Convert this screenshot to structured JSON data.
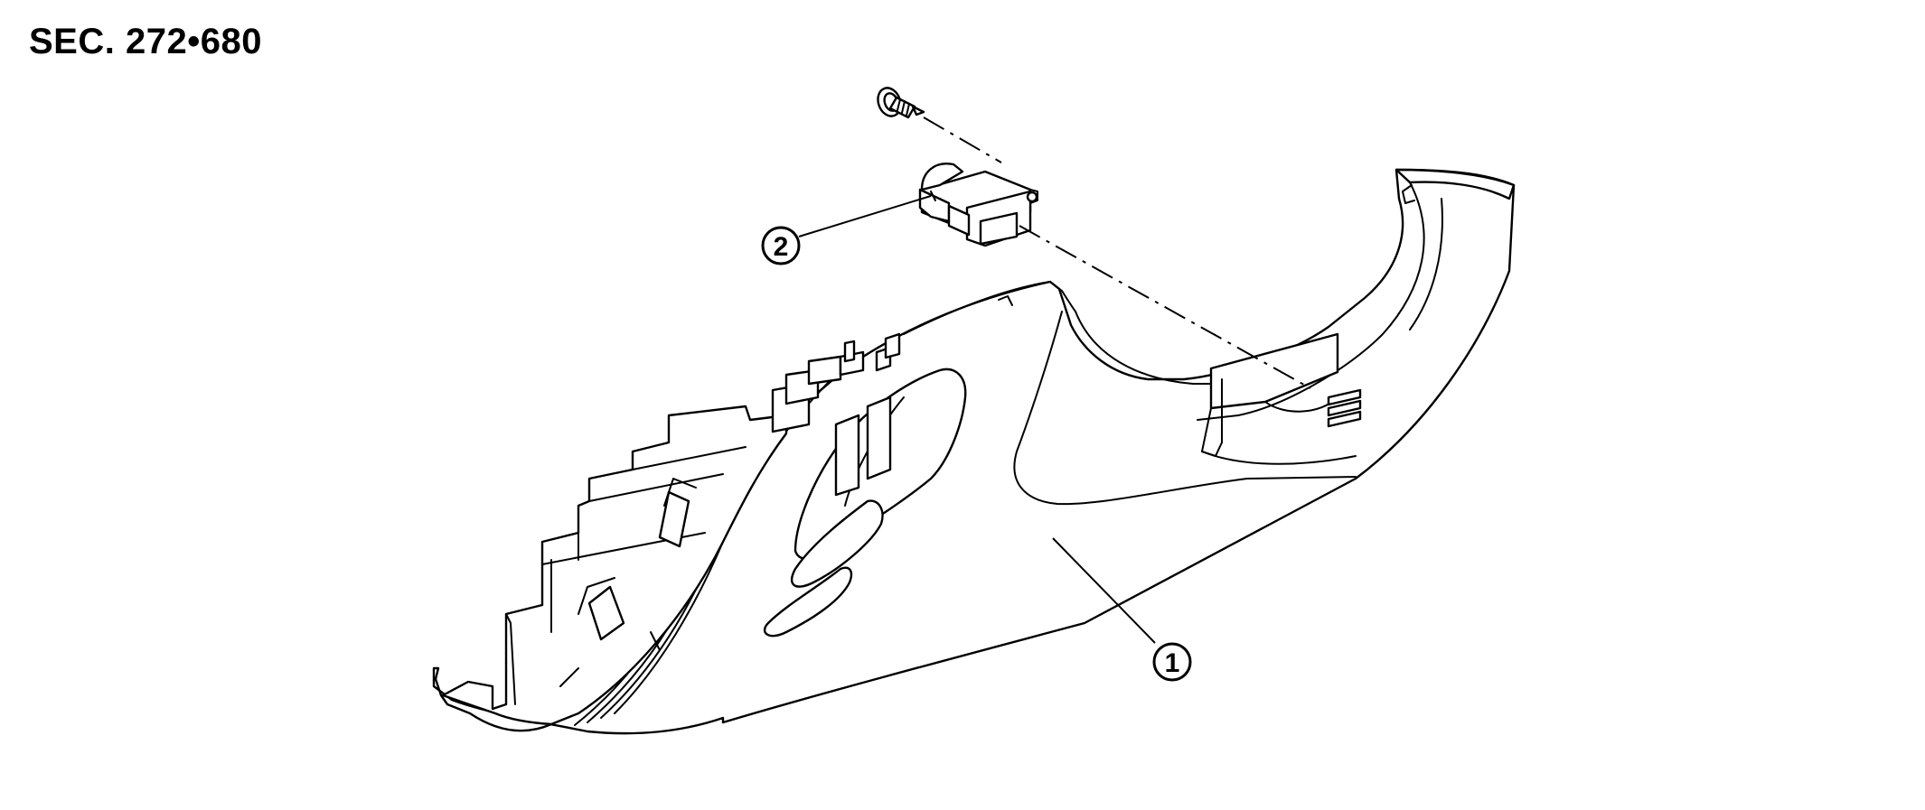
{
  "header": {
    "section_code": "SEC. 272•680"
  },
  "callouts": [
    {
      "number": "1",
      "part": "lower instrument panel"
    },
    {
      "number": "2",
      "part": "switch"
    }
  ],
  "icons": [
    "screw-icon"
  ],
  "colors": {
    "line": "#000000",
    "background": "#ffffff"
  }
}
